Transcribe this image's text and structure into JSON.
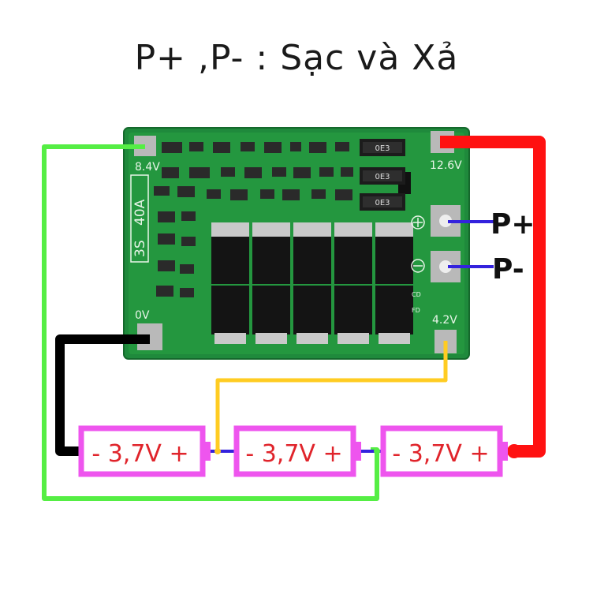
{
  "title": "P+ ,P- : Sạc và Xả",
  "board": {
    "label_8v4": "8.4V",
    "label_12v6": "12.6V",
    "label_0v": "0V",
    "label_4v2": "4.2V",
    "label_3s": "3S",
    "label_40a": "40A",
    "resistor_code": "0E3",
    "label_cd": "CD",
    "label_fd": "FD"
  },
  "terminals": {
    "p_plus": "P+",
    "p_minus": "P-"
  },
  "cells": [
    {
      "label": "- 3,7V +"
    },
    {
      "label": "- 3,7V +"
    },
    {
      "label": "- 3,7V +"
    }
  ],
  "colors": {
    "board": "#1f8a3c",
    "red_wire": "#ff1111",
    "green_wire": "#55ee44",
    "black_wire": "#000000",
    "yellow_wire": "#ffcc22",
    "blue_wire": "#3322dd",
    "cell_border": "#ee55ee",
    "cell_text": "#e0242b"
  }
}
